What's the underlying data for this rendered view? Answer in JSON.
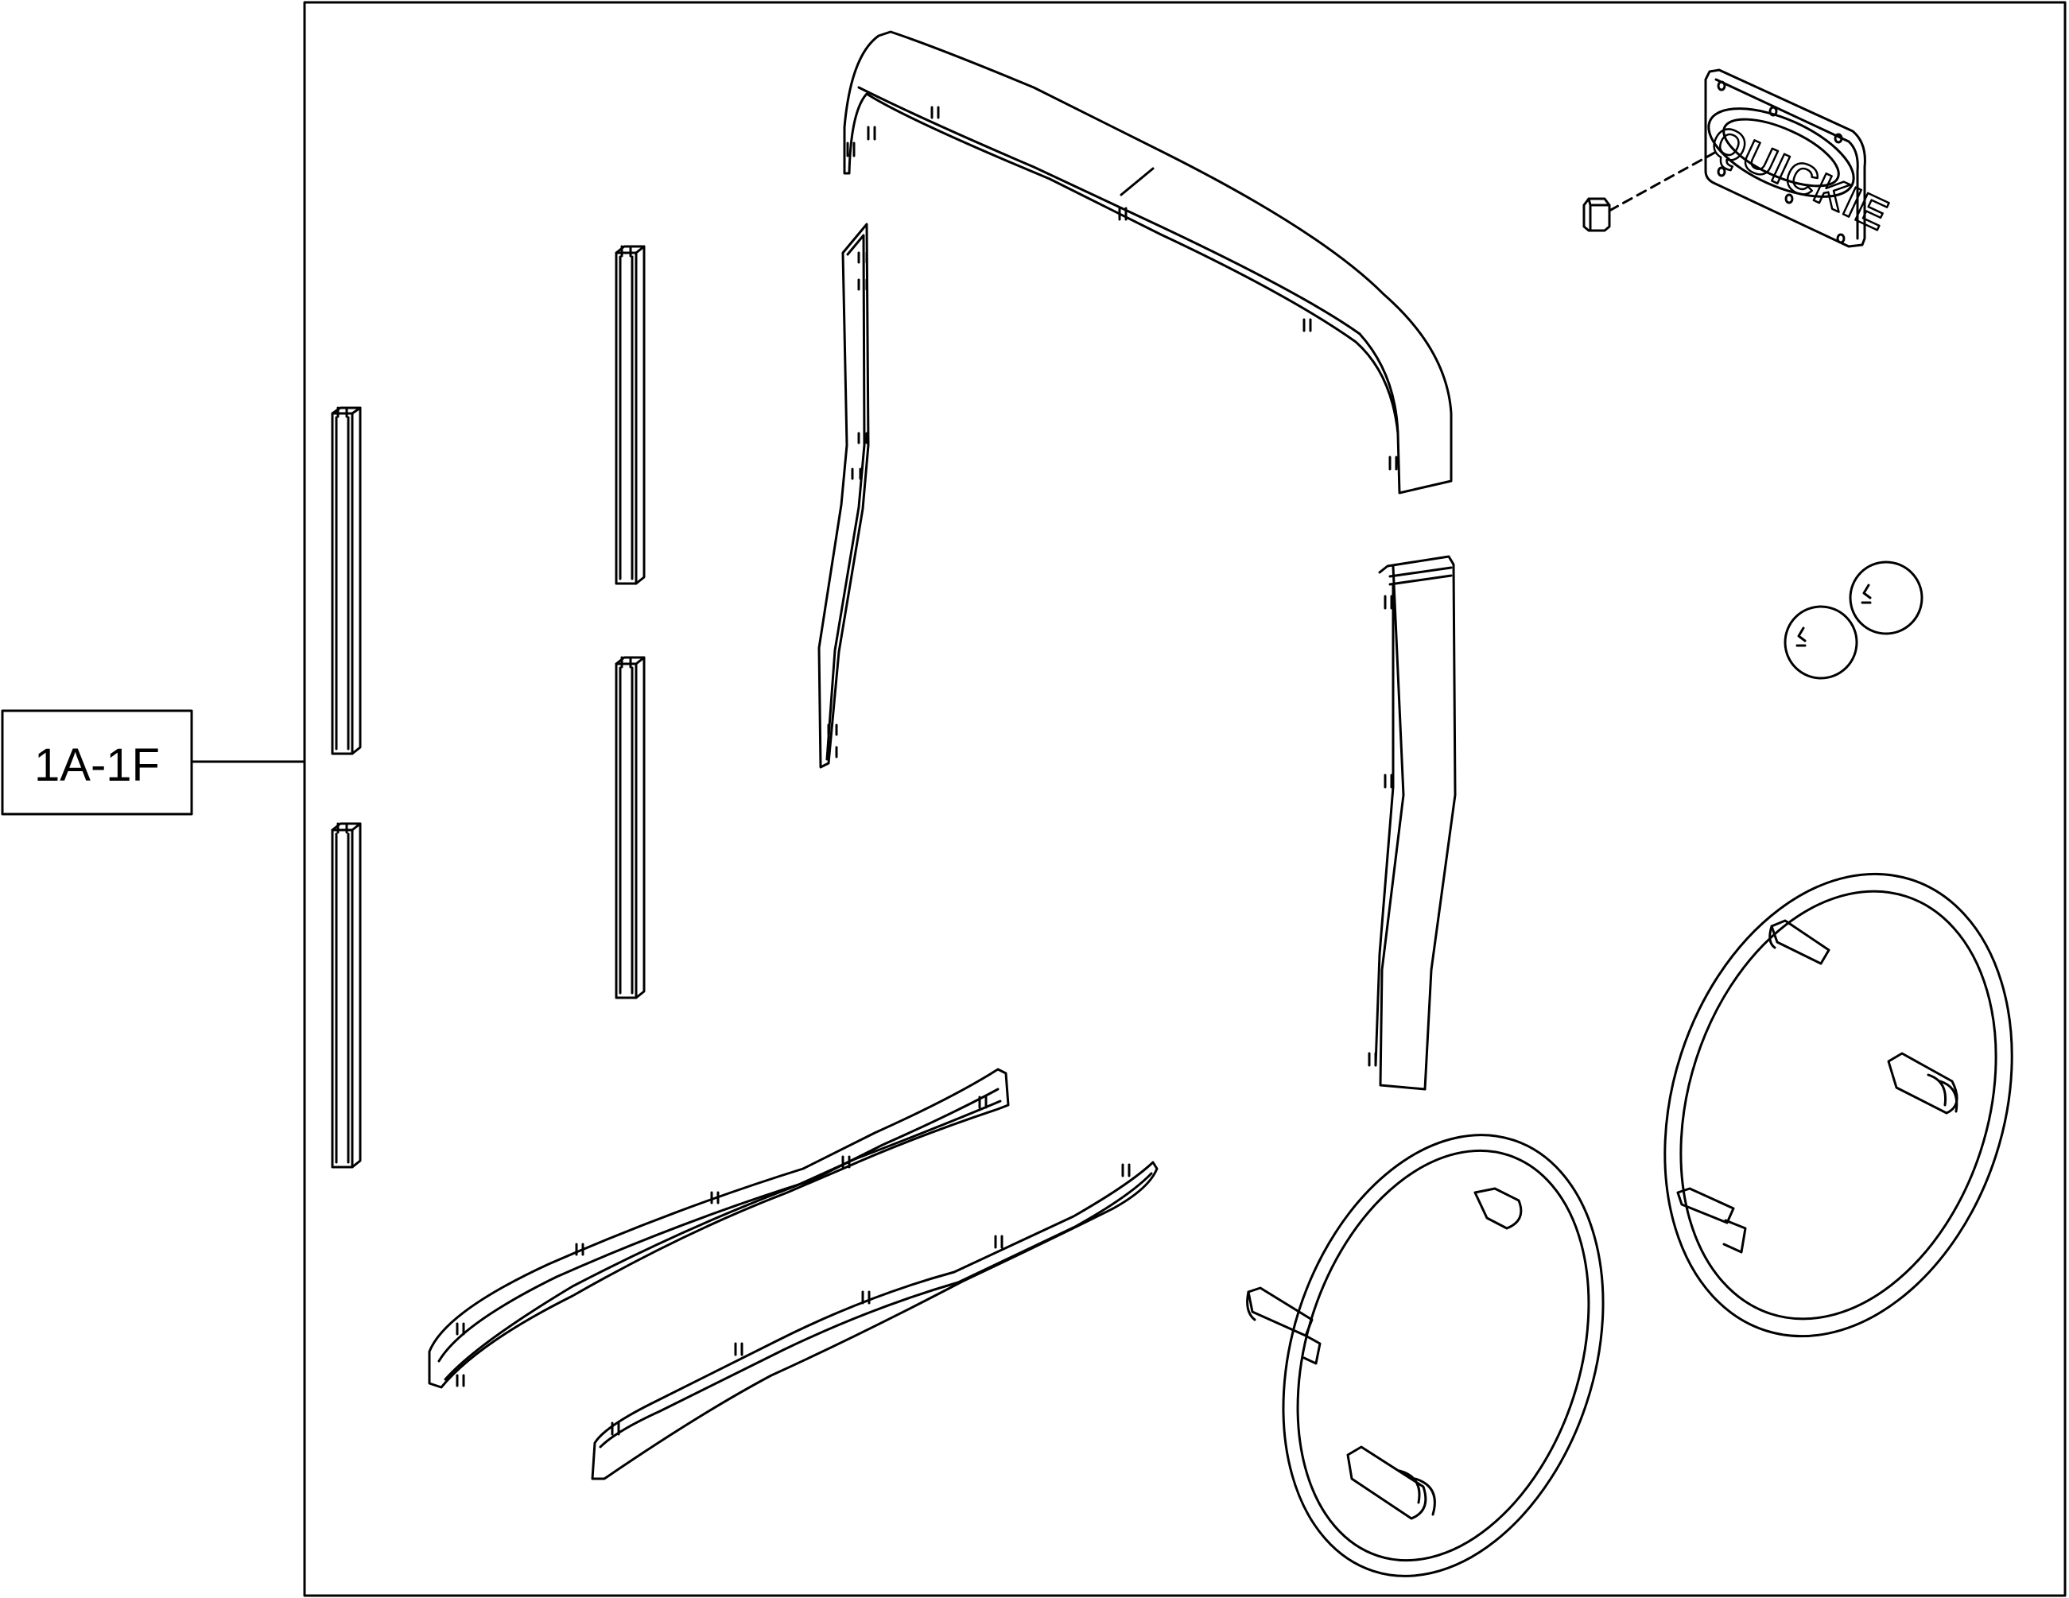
{
  "diagram": {
    "callout_label": "1A-1F",
    "logo_text": "QUICKIE",
    "parts": [
      "side-guard-strip-1",
      "side-guard-strip-2",
      "side-guard-strip-3",
      "side-guard-strip-4",
      "front-frame-guard",
      "arch-frame-guard",
      "rear-frame-guard",
      "lower-frame-guard-1",
      "lower-frame-guard-2",
      "logo-plate",
      "logo-plug",
      "hub-cap-1",
      "hub-cap-2",
      "wheel-spoke-guard-1",
      "wheel-spoke-guard-2"
    ]
  }
}
